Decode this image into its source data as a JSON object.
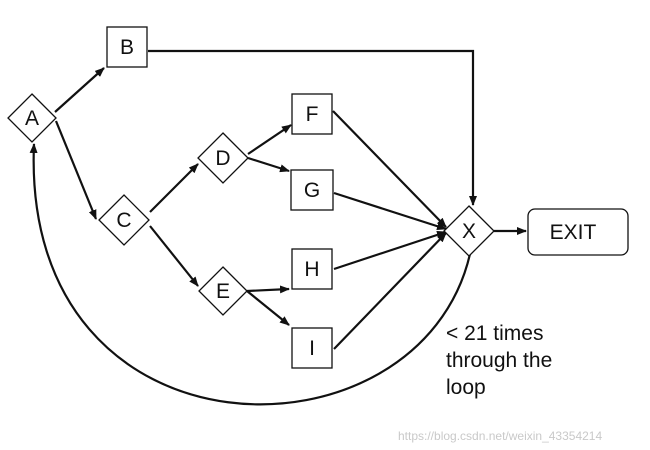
{
  "nodes": [
    {
      "id": "A",
      "label": "A",
      "shape": "diamond"
    },
    {
      "id": "B",
      "label": "B",
      "shape": "box"
    },
    {
      "id": "C",
      "label": "C",
      "shape": "diamond"
    },
    {
      "id": "D",
      "label": "D",
      "shape": "diamond"
    },
    {
      "id": "E",
      "label": "E",
      "shape": "diamond"
    },
    {
      "id": "F",
      "label": "F",
      "shape": "box"
    },
    {
      "id": "G",
      "label": "G",
      "shape": "box"
    },
    {
      "id": "H",
      "label": "H",
      "shape": "box"
    },
    {
      "id": "I",
      "label": "I",
      "shape": "box"
    },
    {
      "id": "X",
      "label": "X",
      "shape": "diamond"
    },
    {
      "id": "EXIT",
      "label": "EXIT",
      "shape": "rounded-box"
    }
  ],
  "edges": [
    {
      "from": "A",
      "to": "B"
    },
    {
      "from": "A",
      "to": "C"
    },
    {
      "from": "B",
      "to": "X"
    },
    {
      "from": "C",
      "to": "D"
    },
    {
      "from": "C",
      "to": "E"
    },
    {
      "from": "D",
      "to": "F"
    },
    {
      "from": "D",
      "to": "G"
    },
    {
      "from": "E",
      "to": "H"
    },
    {
      "from": "E",
      "to": "I"
    },
    {
      "from": "F",
      "to": "X"
    },
    {
      "from": "G",
      "to": "X"
    },
    {
      "from": "H",
      "to": "X"
    },
    {
      "from": "I",
      "to": "X"
    },
    {
      "from": "X",
      "to": "EXIT"
    },
    {
      "from": "X",
      "to": "A",
      "label": "loop"
    }
  ],
  "loop_note": [
    "< 21 times",
    "through the",
    "loop"
  ],
  "watermark": "https://blog.csdn.net/weixin_43354214"
}
